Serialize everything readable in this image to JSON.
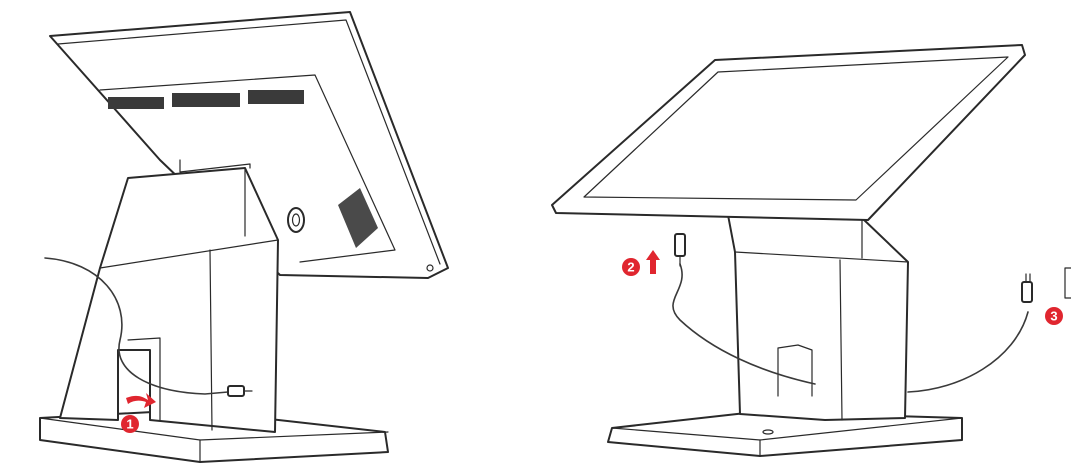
{
  "accent_color": "#e0262f",
  "steps": [
    {
      "number": "1",
      "arrow": "curved-arrow-right-icon"
    },
    {
      "number": "2",
      "arrow": "arrow-up-icon"
    },
    {
      "number": "3",
      "arrow": "none"
    }
  ],
  "views": [
    "terminal-rear-view",
    "terminal-front-view"
  ]
}
